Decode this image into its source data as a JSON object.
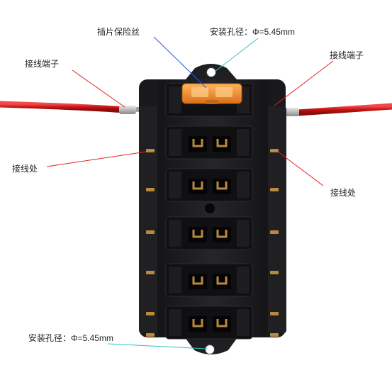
{
  "labels": {
    "blade_fuse": "插片保险丝",
    "mount_hole_top_prefix": "安装孔径：",
    "mount_hole_top_value": "Φ=5.45mm",
    "terminal_left": "接线端子",
    "terminal_right": "接线端子",
    "wiring_left": "接线处",
    "wiring_right": "接线处",
    "mount_hole_bottom_prefix": "安装孔径：",
    "mount_hole_bottom_value": "Φ=5.45mm"
  },
  "colors": {
    "background": "#ffffff",
    "fuse_box_body": "#1c1c1e",
    "fuse_box_edge": "#2e2e31",
    "fuse_slot": "#0b0b0c",
    "slot_contact": "#b9893f",
    "wire": "#d41c1c",
    "fuse": "#f08a22",
    "leader_red": "#e52222",
    "leader_blue": "#2b55e0",
    "leader_cyan": "#2ec4c4"
  },
  "components": {
    "fuse_slot_rows": 6,
    "side_terminal_pairs": 6
  }
}
